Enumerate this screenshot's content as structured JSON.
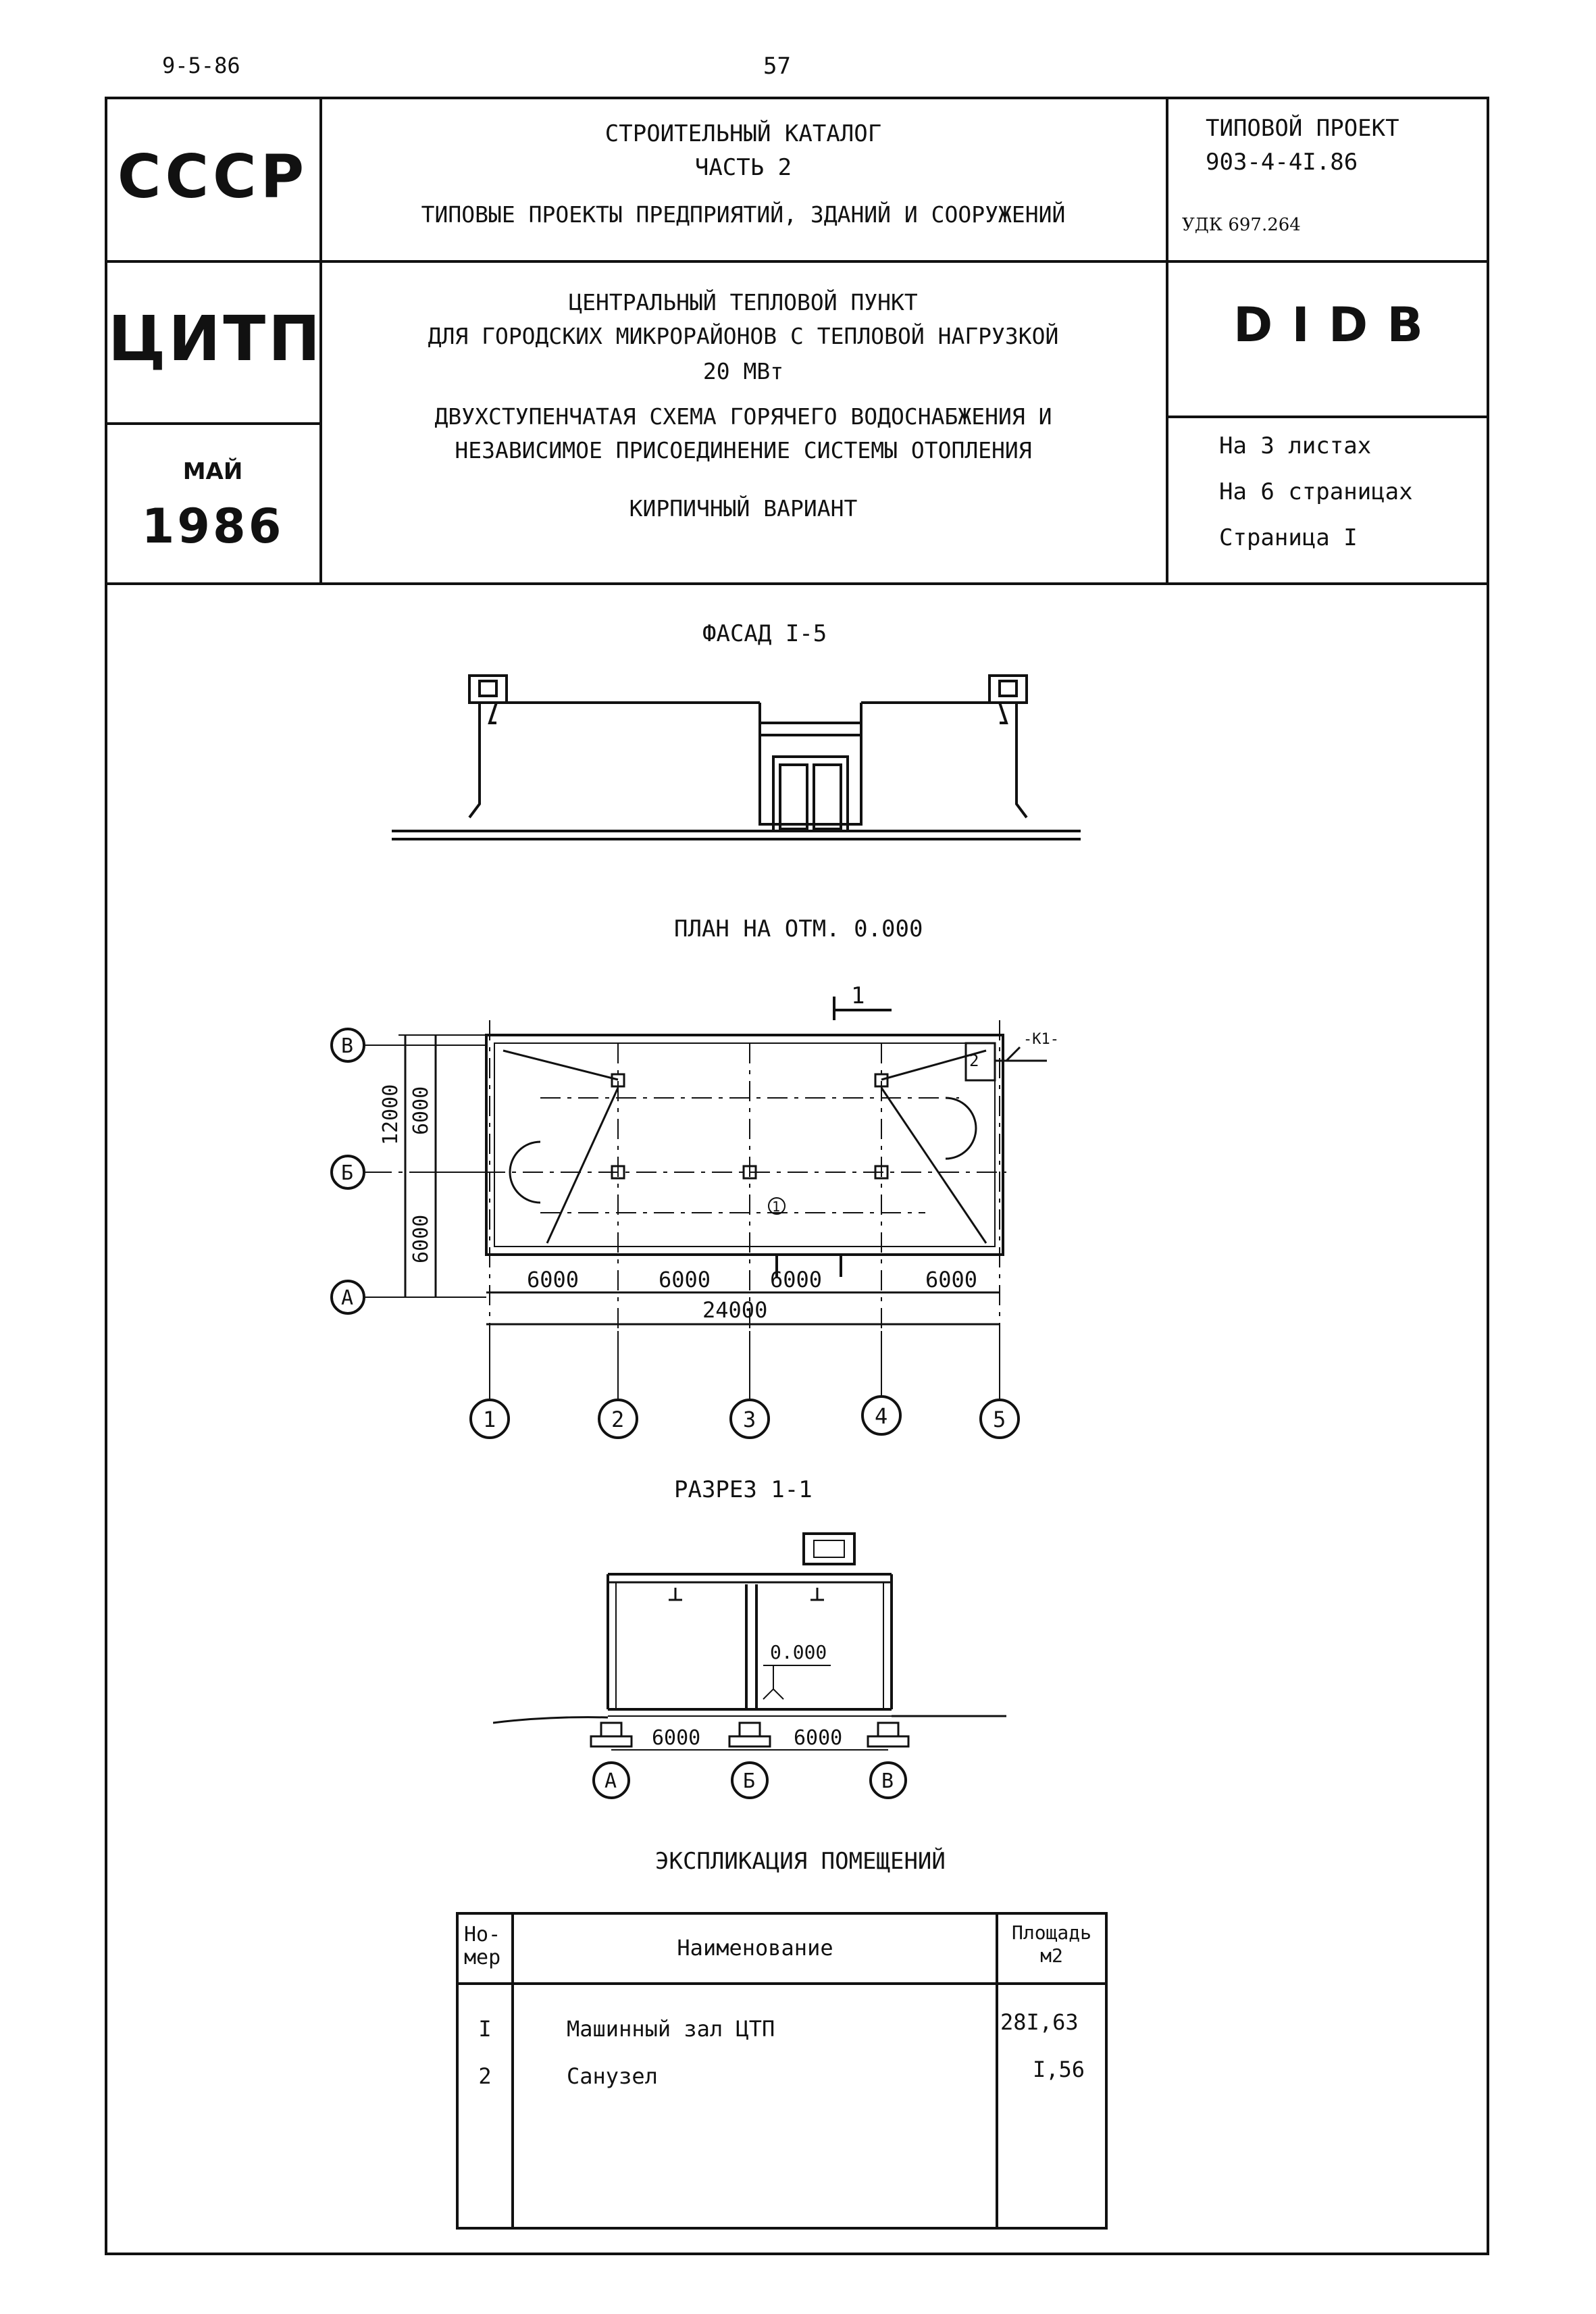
{
  "header": {
    "doc_code": "9-5-86",
    "page_number": "57"
  },
  "title_block": {
    "country": "СССР",
    "catalog_title": "СТРОИТЕЛЬНЫЙ КАТАЛОГ",
    "catalog_part": "ЧАСТЬ 2",
    "catalog_subtitle": "ТИПОВЫЕ ПРОЕКТЫ ПРЕДПРИЯТИЙ, ЗДАНИЙ И СООРУЖЕНИЙ",
    "project_label": "ТИПОВОЙ ПРОЕКТ",
    "project_number": "903-4-4I.86",
    "udk": "УДК 697.264",
    "abbr": "ЦИТП",
    "desc_line1": "ЦЕНТРАЛЬНЫЙ ТЕПЛОВОЙ ПУНКТ",
    "desc_line2": "ДЛЯ ГОРОДСКИХ МИКРОРАЙОНОВ С ТЕПЛОВОЙ НАГРУЗКОЙ",
    "desc_line3": "20 МВт",
    "desc_line4": "ДВУХСТУПЕНЧАТАЯ СХЕМА ГОРЯЧЕГО ВОДОСНАБЖЕНИЯ И",
    "desc_line5": "НЕЗАВИСИМОЕ ПРИСОЕДИНЕНИЕ СИСТЕМЫ ОТОПЛЕНИЯ",
    "desc_line6": "КИРПИЧНЫЙ ВАРИАНТ",
    "code": "D I D B",
    "month": "МАЙ",
    "year": "1986",
    "sheets": "На 3 листах",
    "pages": "На 6 страницах",
    "page": "Страница I"
  },
  "drawings": {
    "facade_title": "ФАСАД I-5",
    "plan_title": "ПЛАН НА ОТМ. 0.000",
    "section_title": "РАЗРЕЗ 1-1",
    "section_mark": "1",
    "pipe_label": "-К1-",
    "dim_12000": "12000",
    "dim_6000": "6000",
    "dim_24000": "24000",
    "elevation": "0.000",
    "room_1": "1",
    "room_2": "2",
    "axes_letters": [
      "В",
      "Б",
      "А"
    ],
    "axes_numbers": [
      "1",
      "2",
      "3",
      "4",
      "5"
    ]
  },
  "explication": {
    "title": "ЭКСПЛИКАЦИЯ ПОМЕЩЕНИЙ",
    "col_number_1": "Но-",
    "col_number_2": "мер",
    "col_name": "Наименование",
    "col_area_1": "Площадь",
    "col_area_2": "м2",
    "rows": [
      {
        "number": "I",
        "name": "Машинный зал ЦТП",
        "area": "28I,63"
      },
      {
        "number": "2",
        "name": "Санузел",
        "area": "I,56"
      }
    ]
  }
}
